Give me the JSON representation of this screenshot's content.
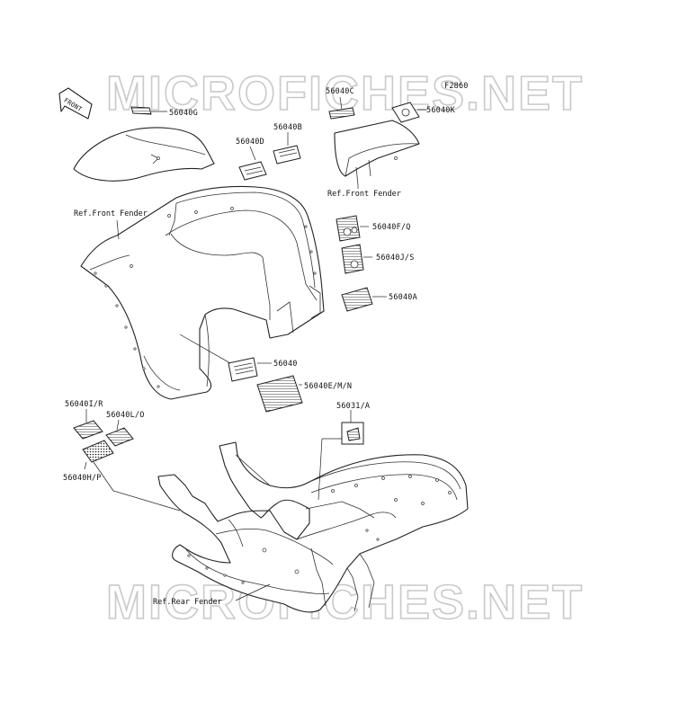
{
  "diagram": {
    "figure_code": "F2860",
    "front_arrow": "FRONT",
    "watermark_top": "MICROFICHES.NET",
    "watermark_bottom": "MICROFICHES.NET",
    "labels": {
      "p56040G": "56040G",
      "p56040C": "56040C",
      "p56040K": "56040K",
      "p56040D": "56040D",
      "p56040B": "56040B",
      "p56040FQ": "56040F/Q",
      "p56040JS": "56040J/S",
      "p56040A": "56040A",
      "p56040": "56040",
      "p56040EMN": "56040E/M/N",
      "p56031A": "56031/A",
      "p56040IR": "56040I/R",
      "p56040LO": "56040L/O",
      "p56040HP": "56040H/P"
    },
    "refs": {
      "front_fender_right": "Ref.Front Fender",
      "front_fender_left": "Ref.Front Fender",
      "rear_fender": "Ref.Rear Fender"
    }
  }
}
